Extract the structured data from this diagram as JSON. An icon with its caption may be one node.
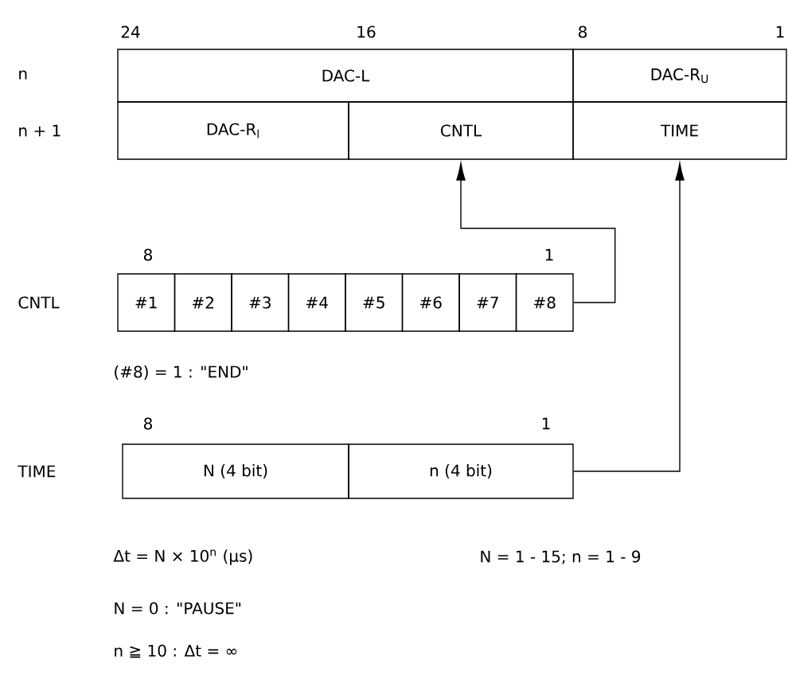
{
  "diagram": {
    "nodes": [
      {
        "text": [
          "DAC-L"
        ]
      },
      {
        "text": [
          "DAC-R$_{U}$"
        ]
      },
      {
        "text": [
          "DAC-R$_{l}$"
        ]
      },
      {
        "text": [
          "CNTL"
        ]
      },
      {
        "text": [
          "TIME"
        ]
      },
      {
        "text": [
          "#1"
        ]
      },
      {
        "text": [
          "#2"
        ]
      },
      {
        "text": [
          "#3"
        ]
      },
      {
        "text": [
          "#4"
        ]
      },
      {
        "text": [
          "#5"
        ]
      },
      {
        "text": [
          "#6"
        ]
      },
      {
        "text": [
          "#7"
        ]
      },
      {
        "text": [
          "#8"
        ]
      },
      {
        "text": [
          "N (4 bit)"
        ]
      },
      {
        "text": [
          "n (4 bit)"
        ]
      }
    ],
    "edges": [
      {
        "from": 12,
        "to": 3,
        "arrow": "to"
      },
      {
        "from": 14,
        "to": 4,
        "arrow": "to"
      }
    ],
    "labels": [
      "24",
      "16",
      "8",
      "1",
      "n",
      "n + 1",
      "8",
      "1",
      "CNTL",
      "(#8) = 1 :  \"END\"",
      "8",
      "1",
      "TIME",
      "Δt =  N × 10$^{n}$ (μs)",
      "N = 1 - 15;  n = 1 - 9",
      "N =   0 :  \"PAUSE\"",
      "n ≧  10 :  Δt = ∞"
    ]
  }
}
